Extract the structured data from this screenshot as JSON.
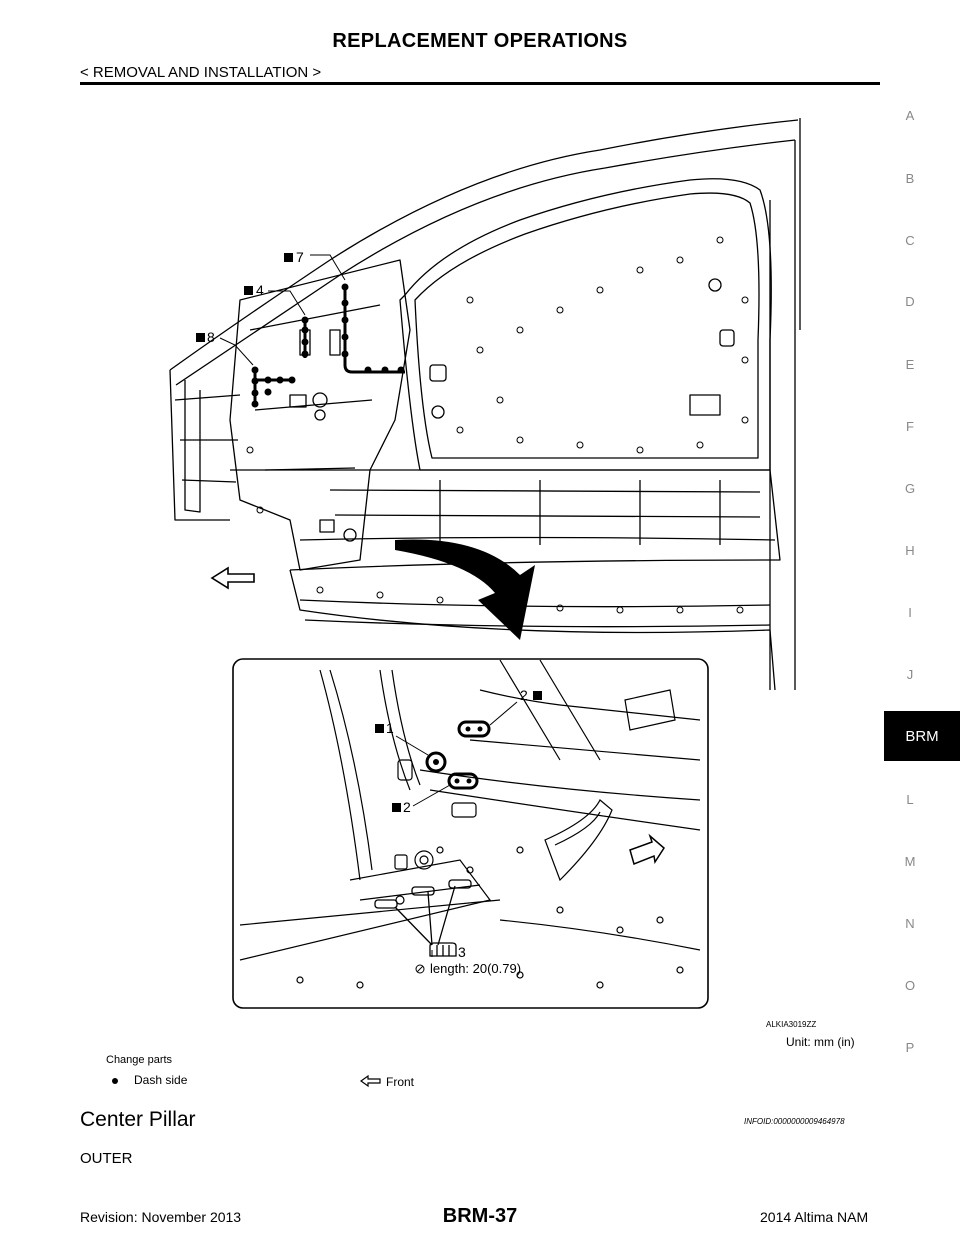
{
  "header": {
    "title": "REPLACEMENT OPERATIONS",
    "subtitle": "< REMOVAL AND INSTALLATION >"
  },
  "side_index": {
    "letters": [
      "A",
      "B",
      "C",
      "D",
      "E",
      "F",
      "G",
      "H",
      "I",
      "J",
      "L",
      "M",
      "N",
      "O",
      "P"
    ],
    "active_tab": "BRM"
  },
  "figure": {
    "callouts": [
      "7",
      "4",
      "8",
      "2",
      "1",
      "2",
      "3"
    ],
    "inset_note": "length: 20(0.79)",
    "figure_id": "ALKIA3019ZZ",
    "unit": "Unit: mm (in)"
  },
  "legend": {
    "change_parts": "Change parts",
    "dash_side": "Dash side",
    "front": "Front"
  },
  "section": {
    "title": "Center Pillar",
    "info_id": "INFOID:0000000009464978",
    "subheading": "OUTER"
  },
  "footer": {
    "revision": "Revision: November 2013",
    "page": "BRM-37",
    "model": "2014 Altima NAM"
  }
}
